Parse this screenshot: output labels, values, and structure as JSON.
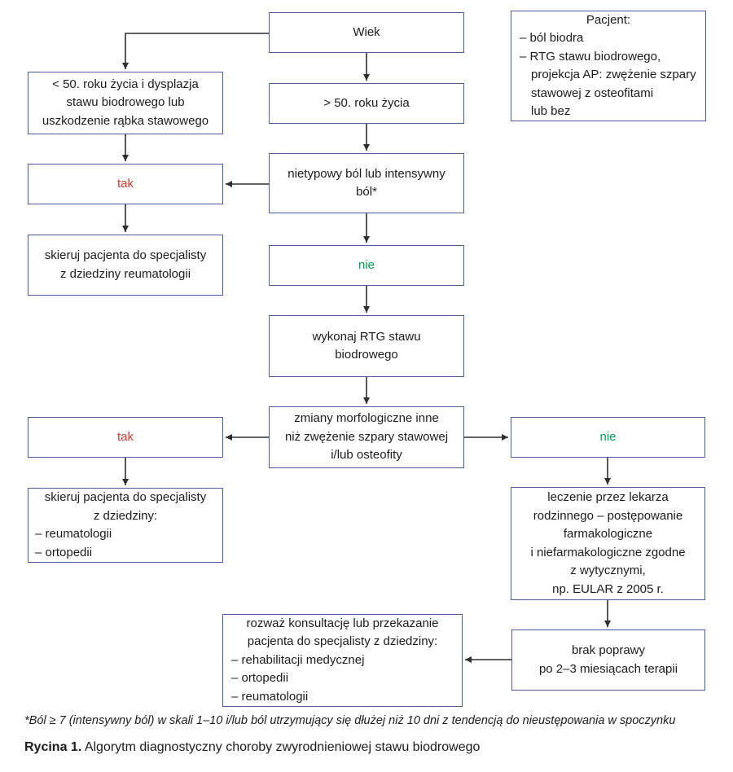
{
  "diagram": {
    "nodes": {
      "wiek": "Wiek",
      "pacjent_title": "Pacjent:",
      "pacjent_item1": "– ból biodra",
      "pacjent_item2": "– RTG stawu biodrowego,\nprojekcja AP: zwężenie szpary\nstawowej z osteofitami\nlub bez",
      "under50": "< 50. roku życia i dysplazja\nstawu biodrowego lub\nuszkodzenie rąbka stawowego",
      "over50": "> 50. roku życia",
      "tak1": "tak",
      "nietypowy": "nietypowy ból lub intensywny\nból*",
      "skieruj1": "skieruj pacjenta do specjalisty\nz dziedziny reumatologii",
      "nie1": "nie",
      "wykonaj": "wykonaj RTG stawu\nbiodrowego",
      "zmiany": "zmiany morfologiczne inne\nniż zwężenie szpary stawowej\ni/lub osteofity",
      "tak2": "tak",
      "nie2": "nie",
      "skieruj2_head": "skieruj pacjenta do specjalisty\nz dziedziny:",
      "skieruj2_item1": "– reumatologii",
      "skieruj2_item2": "– ortopedii",
      "leczenie": "leczenie przez lekarza\nrodzinnego – postępowanie\nfarmakologiczne\ni niefarmakologiczne zgodne\nz wytycznymi,\nnp. EULAR z 2005 r.",
      "brak": "brak poprawy\npo 2–3 miesiącach terapii",
      "rozwaz_head": "rozważ konsultację lub przekazanie\npacjenta do specjalisty z dziedziny:",
      "rozwaz_item1": "– rehabilitacji medycznej",
      "rozwaz_item2": "– ortopedii",
      "rozwaz_item3": "– reumatologii"
    },
    "footnote": "*Ból ≥ 7 (intensywny ból) w skali 1–10 i/lub ból utrzymujący się dłużej niż 10 dni z tendencją do nieustępowania w spoczynku",
    "caption": {
      "label": "Rycina 1.",
      "text": " Algorytm diagnostyczny choroby zwyrodnieniowej stawu biodrowego"
    },
    "colors": {
      "box_border": "#4c5ba6",
      "tak_red": "#e6332a",
      "nie_green": "#00a551",
      "arrow": "#2f2f31",
      "text": "#1c1c1e",
      "background": "#ffffff"
    }
  }
}
